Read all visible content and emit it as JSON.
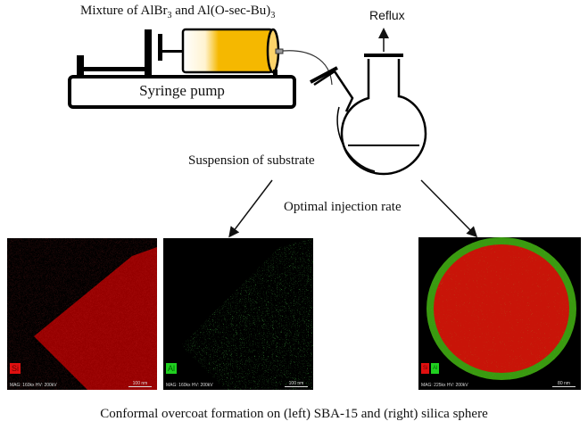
{
  "labels": {
    "mixture": "Mixture of AlBr",
    "mixture_sub1": "3",
    "mixture_mid": " and Al(O-sec-Bu)",
    "mixture_sub2": "3",
    "reflux": "Reflux",
    "pump": "Syringe pump",
    "suspension": "Suspension of substrate",
    "rate": "Optimal injection rate",
    "caption": "Conformal overcoat formation on (left) SBA-15 and (right) silica sphere"
  },
  "panels": [
    {
      "label": "Si",
      "mag": "MAG: 160kx  HV: 200kV",
      "scale": "100 nm",
      "color": "#e01010"
    },
    {
      "label": "Al",
      "mag": "MAG: 160kx  HV: 200kV",
      "scale": "100 nm",
      "color": "#20d020"
    },
    {
      "label_si": "Si",
      "label_al": "Al",
      "mag": "MAG: 225kx  HV: 200kV",
      "scale": "80 nm"
    }
  ],
  "colors": {
    "syringe_fill": "#f5b800"
  }
}
